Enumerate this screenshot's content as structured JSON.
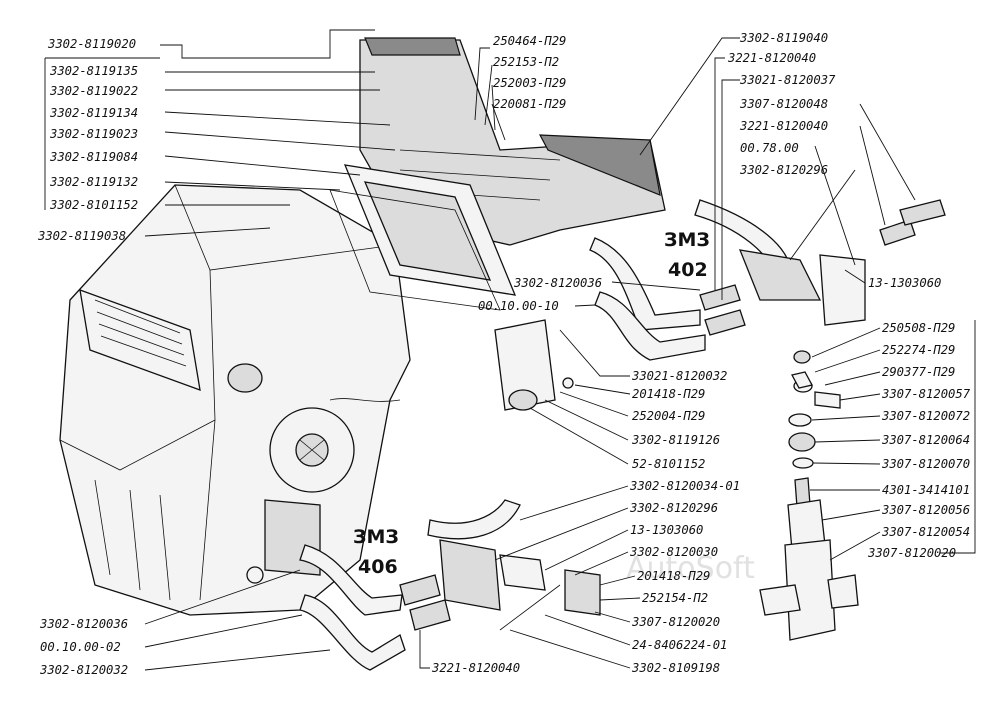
{
  "engines": {
    "zmz402": "ЗМЗ\n402",
    "zmz406": "ЗМЗ\n406"
  },
  "watermark": "AutoSoft",
  "labels": [
    "3302-8119020",
    "3302-8119135",
    "3302-8119022",
    "3302-8119134",
    "3302-8119023",
    "3302-8119084",
    "3302-8119132",
    "3302-8101152",
    "3302-8119038",
    "250464-П29",
    "252153-П2",
    "252003-П29",
    "220081-П29",
    "3302-8119040",
    "3221-8120040",
    "33021-8120037",
    "3307-8120048",
    "3221-8120040",
    "00.78.00",
    "3302-8120296",
    "13-1303060",
    "3302-8120036",
    "00.10.00-10",
    "33021-8120032",
    "201418-П29",
    "252004-П29",
    "3302-8119126",
    "52-8101152",
    "250508-П29",
    "252274-П29",
    "290377-П29",
    "3307-8120057",
    "3307-8120072",
    "3307-8120064",
    "3307-8120070",
    "4301-3414101",
    "3307-8120056",
    "3307-8120054",
    "3307-8120020",
    "3302-8120034-01",
    "3302-8120296",
    "13-1303060",
    "3302-8120030",
    "201418-П29",
    "252154-П2",
    "3307-8120020",
    "24-8406224-01",
    "3302-8109198",
    "3302-8120036",
    "00.10.00-02",
    "3302-8120032",
    "3221-8120040"
  ]
}
